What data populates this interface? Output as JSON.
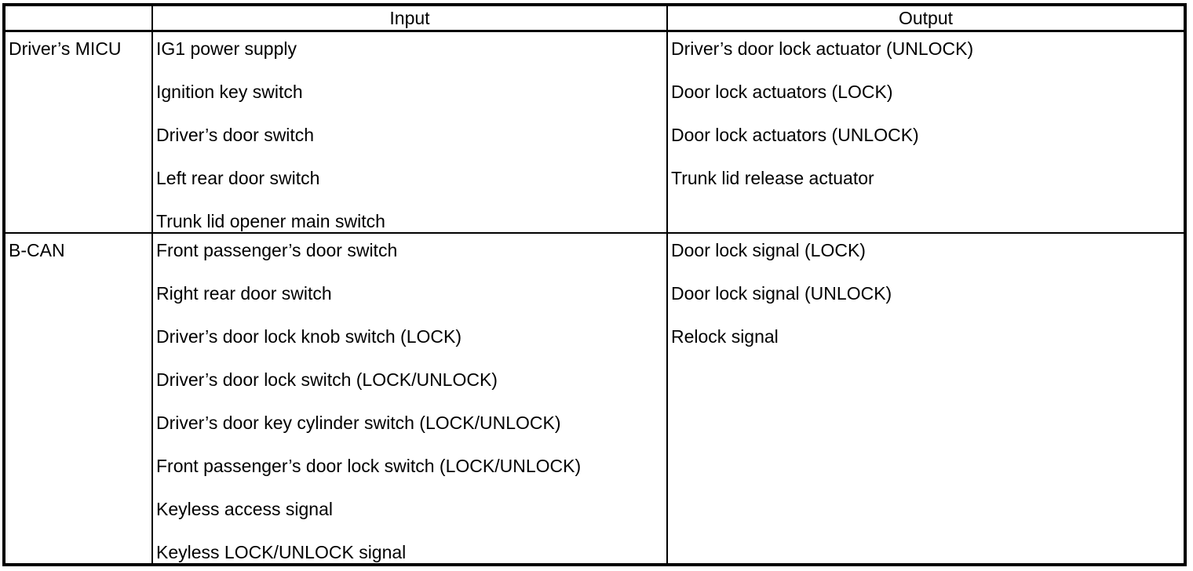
{
  "table": {
    "header": {
      "source_label": "",
      "input_label": "Input",
      "output_label": "Output"
    },
    "rows": [
      {
        "source": "Driver’s MICU",
        "inputs": [
          "IG1 power supply",
          "Ignition key switch",
          "Driver’s door switch",
          "Left rear door switch",
          "Trunk lid opener main switch"
        ],
        "outputs": [
          "Driver’s door lock actuator (UNLOCK)",
          "Door lock actuators (LOCK)",
          "Door lock actuators (UNLOCK)",
          "Trunk lid release actuator"
        ]
      },
      {
        "source": "B-CAN",
        "inputs": [
          "Front passenger’s door switch",
          "Right rear door switch",
          "Driver’s door lock knob switch (LOCK)",
          "Driver’s door lock switch (LOCK/UNLOCK)",
          "Driver’s door key cylinder switch (LOCK/UNLOCK)",
          "Front passenger’s door lock switch (LOCK/UNLOCK)",
          "Keyless access signal",
          "Keyless LOCK/UNLOCK signal"
        ],
        "outputs": [
          "Door lock signal (LOCK)",
          "Door lock signal (UNLOCK)",
          "Relock signal"
        ]
      }
    ],
    "colors": {
      "border": "#000000",
      "text": "#000000",
      "background": "#ffffff"
    }
  }
}
